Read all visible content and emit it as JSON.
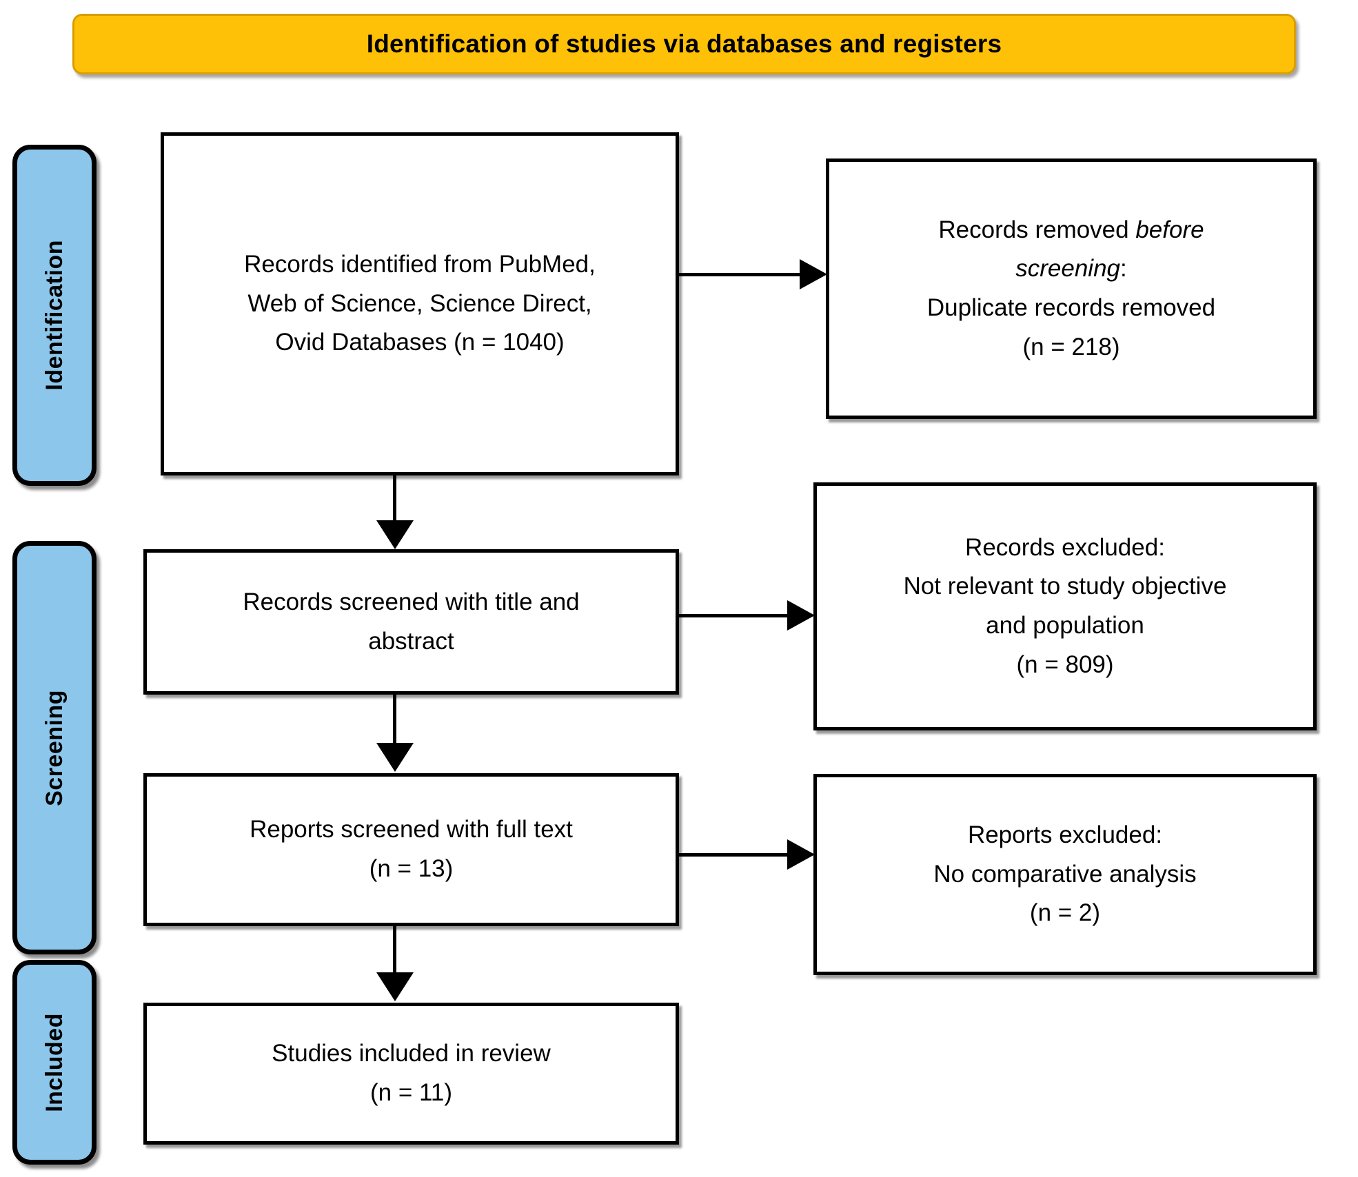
{
  "title": {
    "text": "Identification of studies via databases and registers",
    "background_color": "#FFC107"
  },
  "stages": {
    "accent_color": "#8CC6EB",
    "identification": "Identification",
    "screening": "Screening",
    "included": "Included"
  },
  "boxes": {
    "identified": {
      "line1": "Records identified from PubMed,",
      "line2": "Web of Science, Science Direct,",
      "line3": "Ovid Databases (n = 1040)"
    },
    "removed_before": {
      "line1_plain": "Records removed ",
      "line1_italic": "before",
      "line2_italic": "screening",
      "line2_plain": ":",
      "line3": "Duplicate records removed",
      "line4": "(n = 218)"
    },
    "screened_title_abstract": {
      "line1": "Records screened with title and",
      "line2": "abstract"
    },
    "records_excluded": {
      "line1": "Records excluded:",
      "line2": "Not relevant to study objective",
      "line3": "and population",
      "line4": "(n = 809)"
    },
    "screened_full_text": {
      "line1": "Reports screened with full text",
      "line2": "(n = 13)"
    },
    "reports_excluded": {
      "line1": "Reports excluded:",
      "line2": "No comparative analysis",
      "line3": "(n = 2)"
    },
    "studies_included": {
      "line1": "Studies included in review",
      "line2": "(n = 11)"
    }
  }
}
